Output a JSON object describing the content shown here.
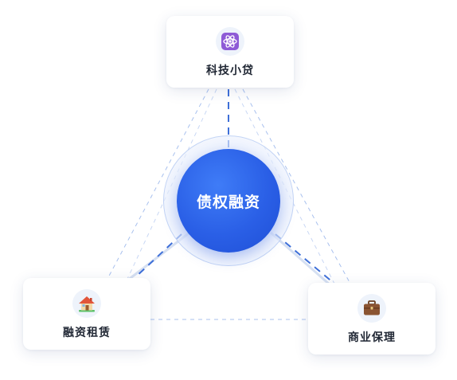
{
  "center": {
    "label": "债权融资"
  },
  "nodes": {
    "top": {
      "label": "科技小贷",
      "icon": "atom-icon"
    },
    "left": {
      "label": "融资租赁",
      "icon": "house-icon"
    },
    "right": {
      "label": "商业保理",
      "icon": "briefcase-icon"
    }
  },
  "colors": {
    "hub": "#2a5fe6",
    "connector_dash": "#3e6fd8",
    "outline_dash": "#9db6ea",
    "hub_ring": "#c3d4f5"
  }
}
